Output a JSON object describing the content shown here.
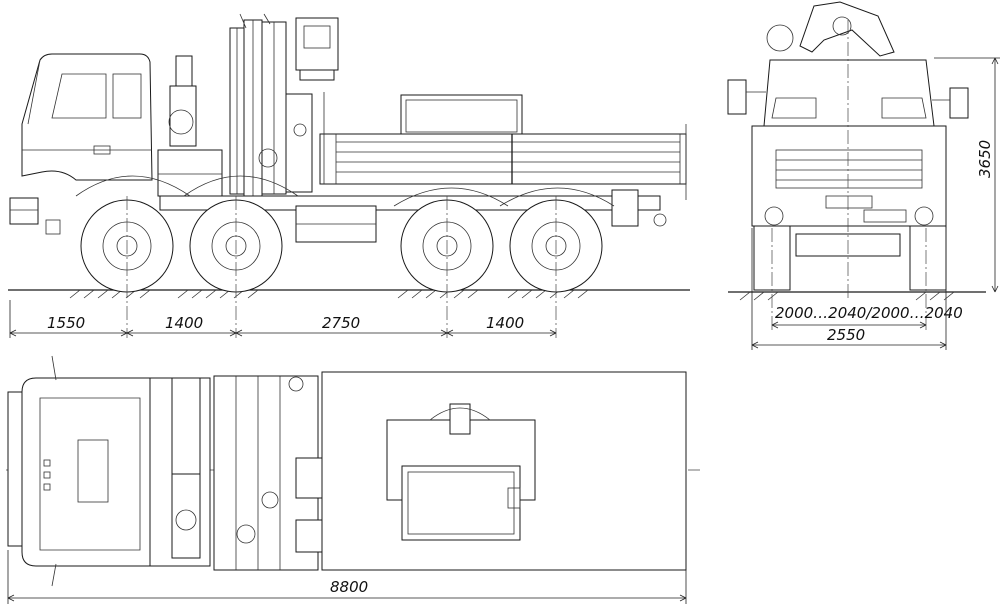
{
  "dimensions": {
    "side_view": {
      "front_overhang": "1550",
      "wheelbase_1": "1400",
      "wheelbase_2": "2750",
      "wheelbase_3": "1400"
    },
    "front_view": {
      "height": "3650",
      "track": "2000…2040/2000…2040",
      "width": "2550"
    },
    "top_view": {
      "overall_length": "8800"
    }
  },
  "colors": {
    "line": "#1a1a1a",
    "background": "#ffffff"
  }
}
